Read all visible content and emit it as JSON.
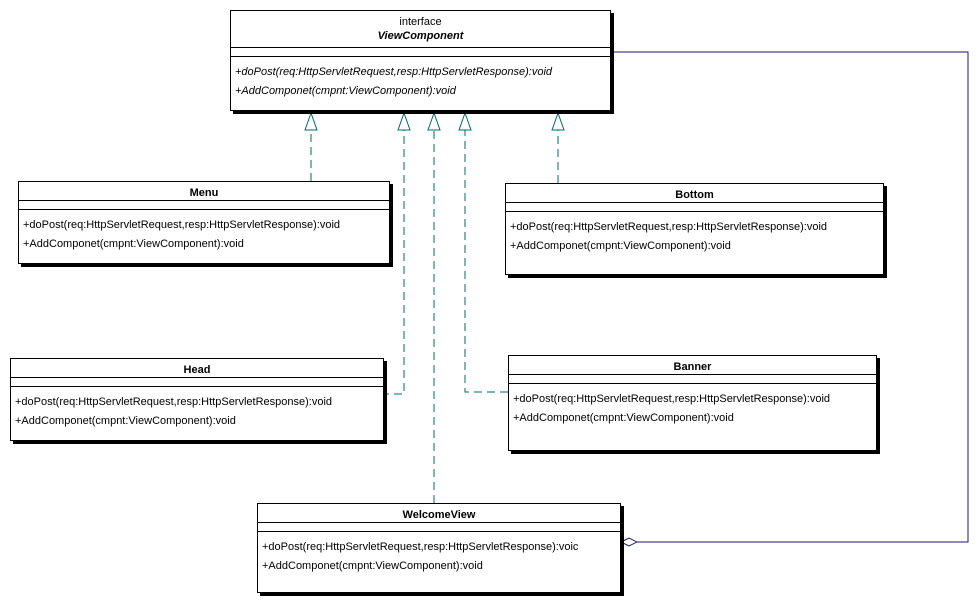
{
  "diagram": {
    "classes": {
      "view_component": {
        "stereotype": "interface",
        "name": "ViewComponent",
        "ops": [
          "+doPost(req:HttpServletRequest,resp:HttpServletResponse):void",
          "+AddComponet(cmpnt:ViewComponent):void"
        ]
      },
      "menu": {
        "name": "Menu",
        "ops": [
          "+doPost(req:HttpServletRequest,resp:HttpServletResponse):void",
          "+AddComponet(cmpnt:ViewComponent):void"
        ]
      },
      "bottom": {
        "name": "Bottom",
        "ops": [
          "+doPost(req:HttpServletRequest,resp:HttpServletResponse):void",
          "+AddComponet(cmpnt:ViewComponent):void"
        ]
      },
      "head": {
        "name": "Head",
        "ops": [
          "+doPost(req:HttpServletRequest,resp:HttpServletResponse):void",
          "+AddComponet(cmpnt:ViewComponent):void"
        ]
      },
      "banner": {
        "name": "Banner",
        "ops": [
          "+doPost(req:HttpServletRequest,resp:HttpServletResponse):void",
          "+AddComponet(cmpnt:ViewComponent):void"
        ]
      },
      "welcome_view": {
        "name": "WelcomeView",
        "ops": [
          "+doPost(req:HttpServletRequest,resp:HttpServletResponse):voic",
          "+AddComponet(cmpnt:ViewComponent):void"
        ]
      }
    },
    "colors": {
      "realization_line": "#006b6b",
      "association_line": "#1a1a6e",
      "box_border": "#000000"
    }
  }
}
